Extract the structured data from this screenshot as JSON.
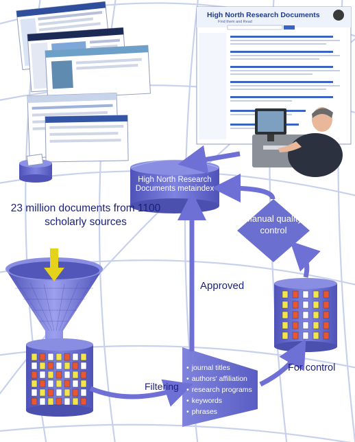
{
  "sources_label": "23 million documents from 1100 scholarly sources",
  "metaindex_label": "High North Research Documents metaindex",
  "quality_control_label": "Manual quality control",
  "approved_label": "Approved",
  "filtering_label": "Filtering",
  "for_control_label": "For control",
  "filter_criteria": [
    "journal titles",
    "authors' affiliation",
    "research programs",
    "keywords",
    "phrases"
  ],
  "result_screen": {
    "title": "High North Research Documents",
    "subtitle": "Find them and Read"
  },
  "colors": {
    "background": "#ffffff",
    "grid": "#c7d1ec",
    "shape_fill": "#6b6fcf",
    "shape_dark": "#4b4fae",
    "arrow": "#6f70d6",
    "text": "#1a1f7c",
    "funnel_arrow": "#e5d21b"
  }
}
